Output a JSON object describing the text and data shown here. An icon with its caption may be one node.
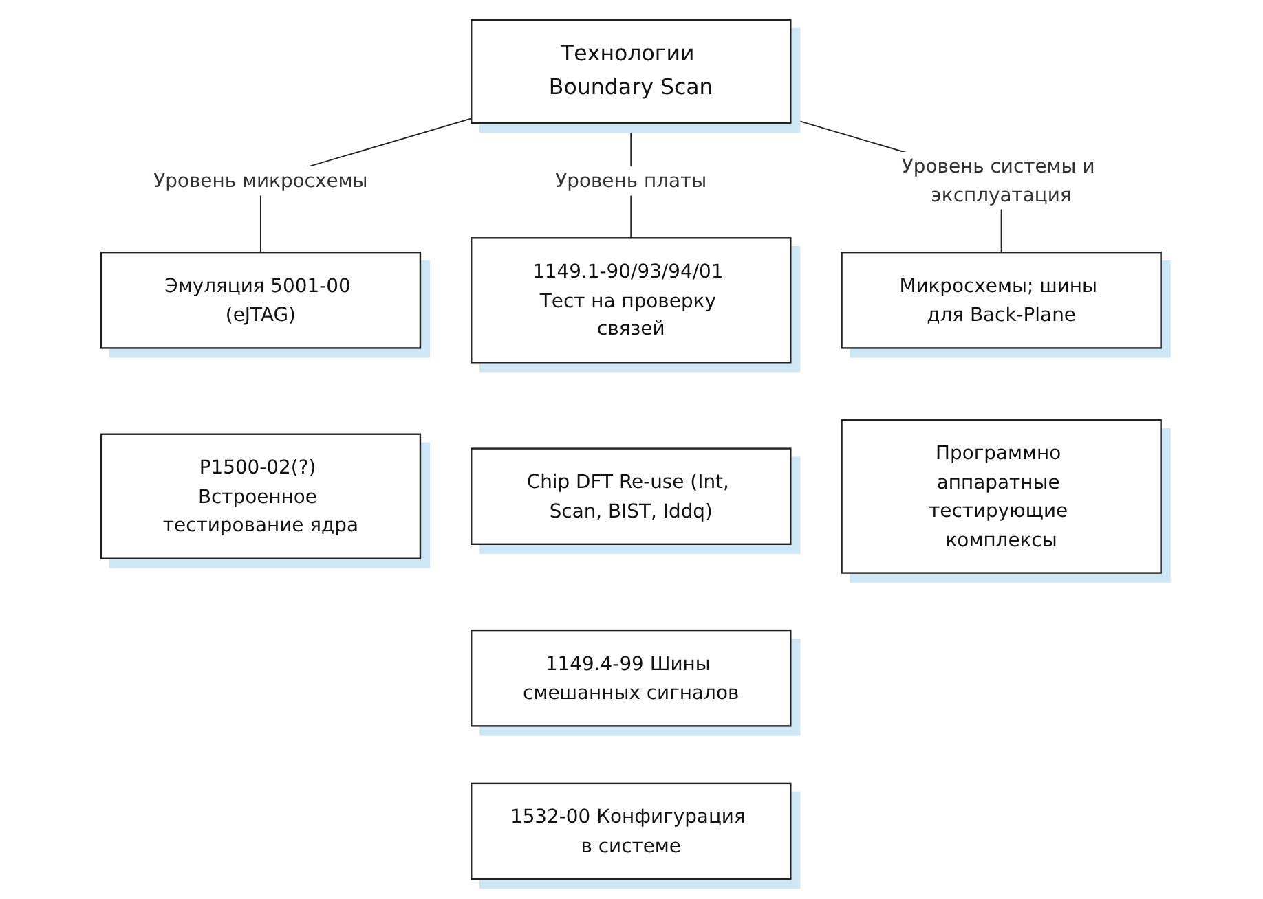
{
  "diagram": {
    "nodes": [
      {
        "text": [
          "Технологии Boundary Scan"
        ]
      },
      {
        "text": [
          "Эмуляция 5001-00 (eJTAG)"
        ]
      },
      {
        "text": [
          "1149.1-90/93/94/01 Тест на проверку связей"
        ]
      },
      {
        "text": [
          "Микросхемы; шины для Back-Plane"
        ]
      },
      {
        "text": [
          "P1500-02(?) Встроенное тестирование ядра"
        ]
      },
      {
        "text": [
          "Chip DFT Re-use (Int, Scan, BIST, Iddq)"
        ]
      },
      {
        "text": [
          "Программно аппаратные тестирующие комплексы"
        ]
      },
      {
        "text": [
          "1149.4-99 Шины смешанных сигналов"
        ]
      },
      {
        "text": [
          "1532-00 Конфигурация в системе"
        ]
      }
    ],
    "edges": [
      {
        "from": 0,
        "to": 1,
        "arrow": "none",
        "label": "Уровень микросхемы"
      },
      {
        "from": 0,
        "to": 2,
        "arrow": "none",
        "label": "Уровень платы"
      },
      {
        "from": 0,
        "to": 3,
        "arrow": "none",
        "label": "Уровень системы и эксплуатация"
      }
    ]
  }
}
